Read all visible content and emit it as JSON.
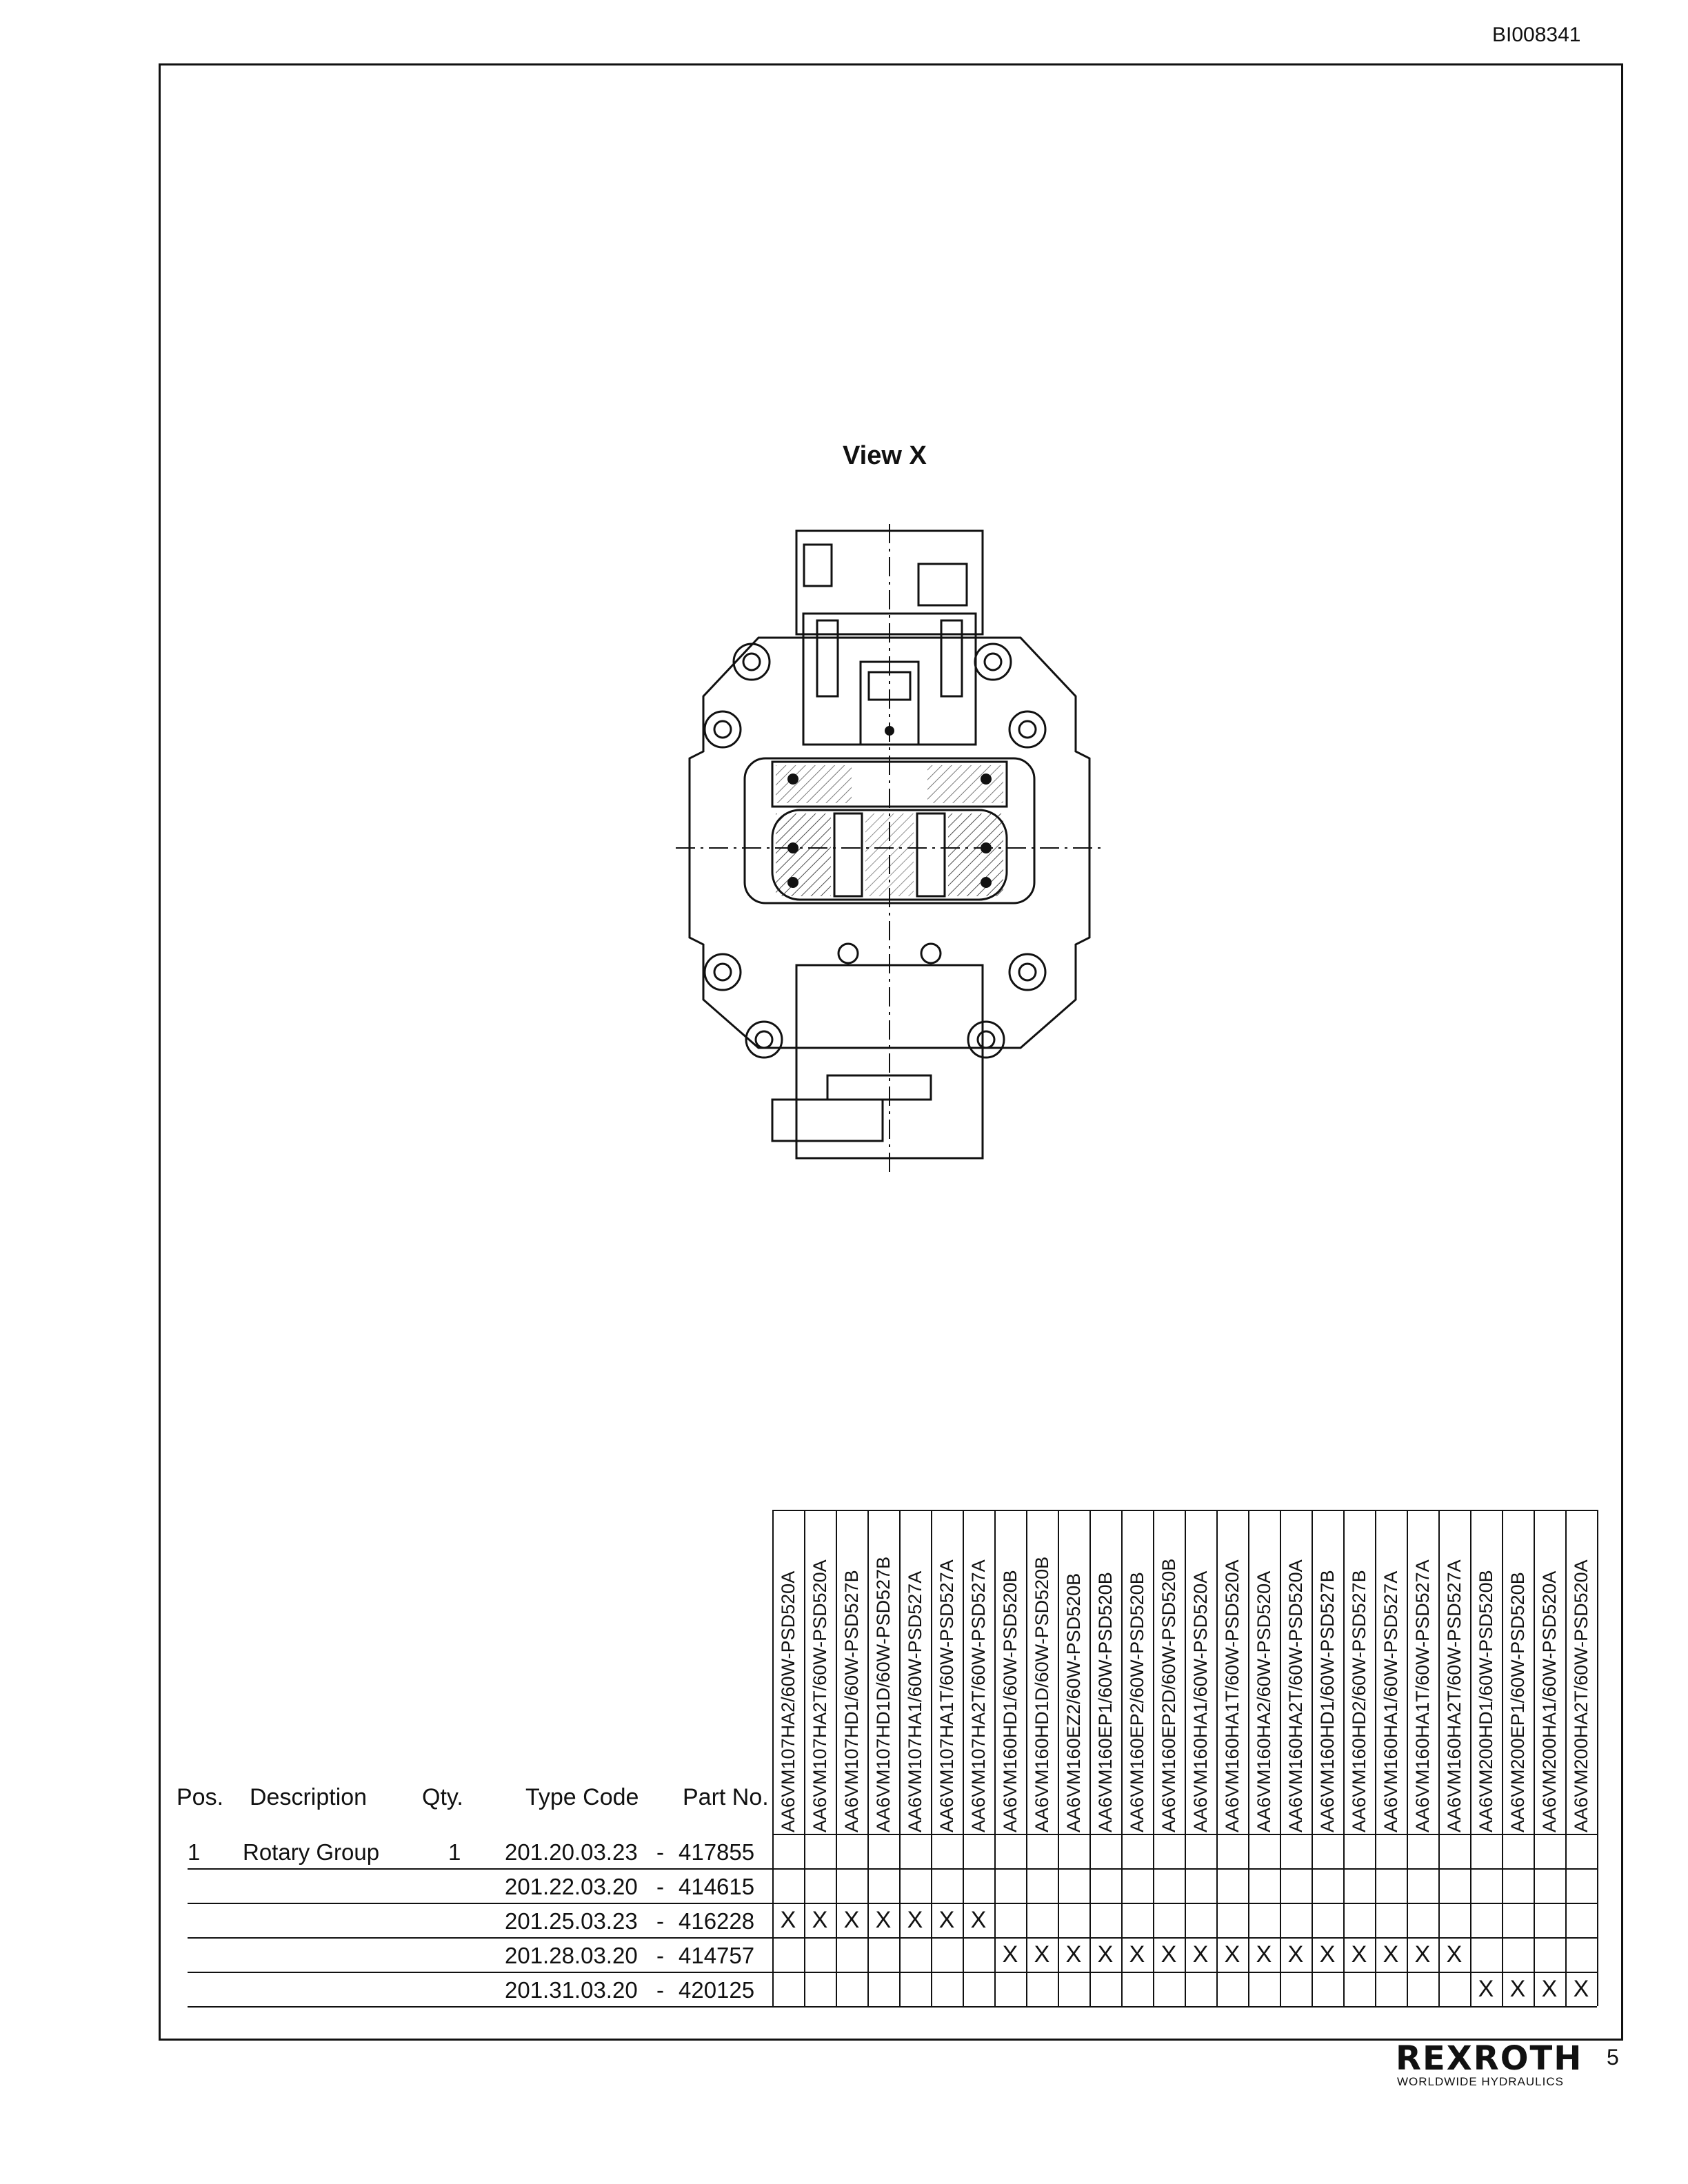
{
  "document_id": "BI008341",
  "view_title": "View X",
  "table": {
    "headers": {
      "pos": "Pos.",
      "description": "Description",
      "qty": "Qty.",
      "type_code": "Type Code",
      "part_no": "Part No."
    },
    "variants": [
      "AA6VM107HA2/60W-PSD520A",
      "AA6VM107HA2T/60W-PSD520A",
      "AA6VM107HD1/60W-PSD527B",
      "AA6VM107HD1D/60W-PSD527B",
      "AA6VM107HA1/60W-PSD527A",
      "AA6VM107HA1T/60W-PSD527A",
      "AA6VM107HA2T/60W-PSD527A",
      "AA6VM160HD1/60W-PSD520B",
      "AA6VM160HD1D/60W-PSD520B",
      "AA6VM160EZ2/60W-PSD520B",
      "AA6VM160EP1/60W-PSD520B",
      "AA6VM160EP2/60W-PSD520B",
      "AA6VM160EP2D/60W-PSD520B",
      "AA6VM160HA1/60W-PSD520A",
      "AA6VM160HA1T/60W-PSD520A",
      "AA6VM160HA2/60W-PSD520A",
      "AA6VM160HA2T/60W-PSD520A",
      "AA6VM160HD1/60W-PSD527B",
      "AA6VM160HD2/60W-PSD527B",
      "AA6VM160HA1/60W-PSD527A",
      "AA6VM160HA1T/60W-PSD527A",
      "AA6VM160HA2T/60W-PSD527A",
      "AA6VM200HD1/60W-PSD520B",
      "AA6VM200EP1/60W-PSD520B",
      "AA6VM200HA1/60W-PSD520A",
      "AA6VM200HA2T/60W-PSD520A"
    ],
    "rows": [
      {
        "pos": "1",
        "description": "Rotary Group",
        "qty": "1",
        "type_code": "201.20.03.23",
        "sep": "-",
        "part_no": "417855",
        "marks": []
      },
      {
        "pos": "",
        "description": "",
        "qty": "",
        "type_code": "201.22.03.20",
        "sep": "-",
        "part_no": "414615",
        "marks": []
      },
      {
        "pos": "",
        "description": "",
        "qty": "",
        "type_code": "201.25.03.23",
        "sep": "-",
        "part_no": "416228",
        "marks": [
          0,
          1,
          2,
          3,
          4,
          5,
          6
        ]
      },
      {
        "pos": "",
        "description": "",
        "qty": "",
        "type_code": "201.28.03.20",
        "sep": "-",
        "part_no": "414757",
        "marks": [
          7,
          8,
          9,
          10,
          11,
          12,
          13,
          14,
          15,
          16,
          17,
          18,
          19,
          20,
          21
        ]
      },
      {
        "pos": "",
        "description": "",
        "qty": "",
        "type_code": "201.31.03.20",
        "sep": "-",
        "part_no": "420125",
        "marks": [
          22,
          23,
          24,
          25
        ]
      }
    ],
    "mark_symbol": "X"
  },
  "footer": {
    "brand": "REXROTH",
    "tagline": "WORLDWIDE HYDRAULICS",
    "page_number": "5"
  }
}
